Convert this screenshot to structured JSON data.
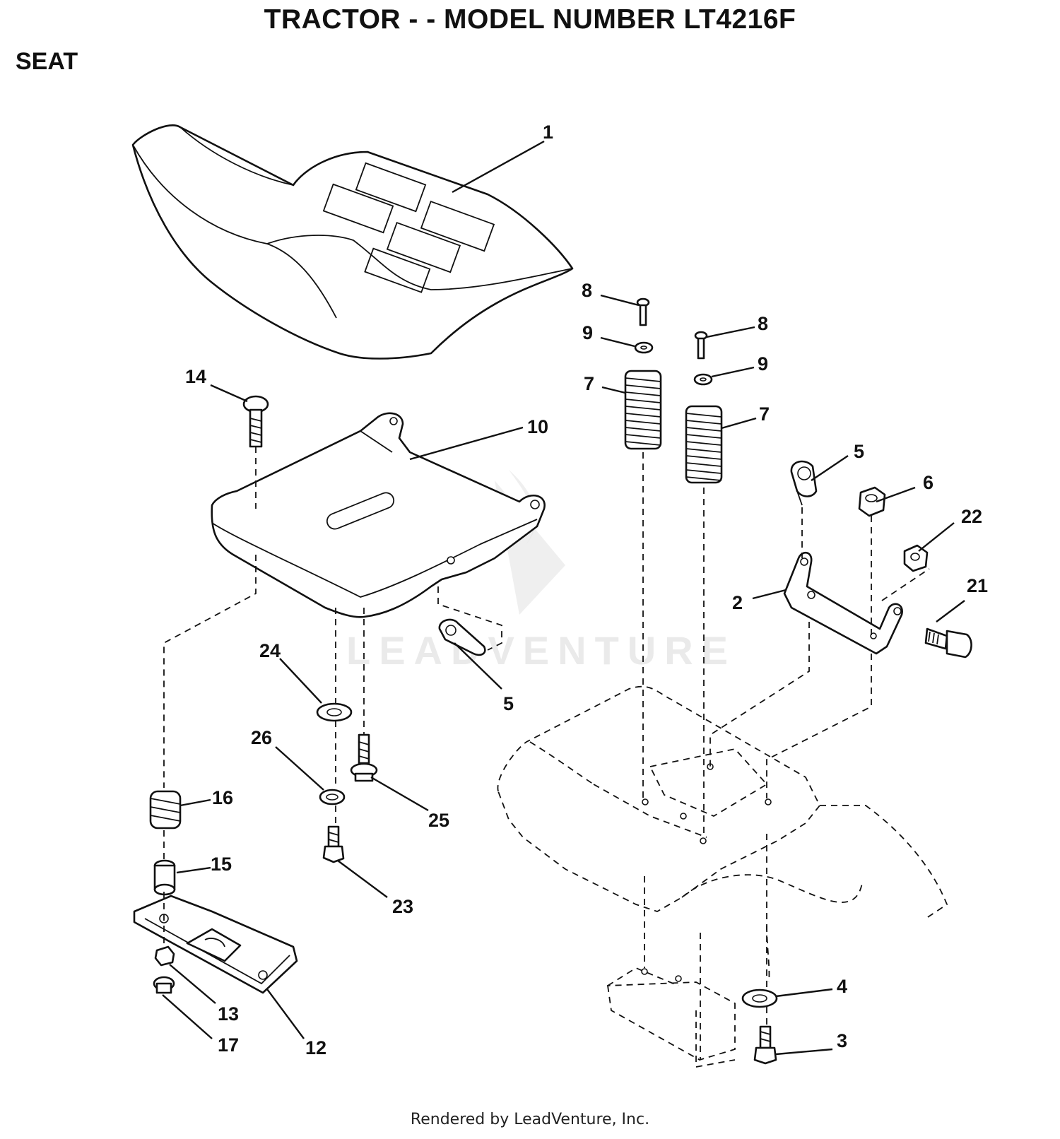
{
  "title": "TRACTOR - - MODEL NUMBER LT4216F",
  "section": "SEAT",
  "watermark": "LEADVENTURE",
  "footer": "Rendered by LeadVenture, Inc.",
  "callouts": {
    "c1": "1",
    "c2": "2",
    "c3": "3",
    "c4": "4",
    "c5a": "5",
    "c5b": "5",
    "c6": "6",
    "c7a": "7",
    "c7b": "7",
    "c8a": "8",
    "c8b": "8",
    "c9a": "9",
    "c9b": "9",
    "c10": "10",
    "c12": "12",
    "c13": "13",
    "c14": "14",
    "c15": "15",
    "c16": "16",
    "c17": "17",
    "c21": "21",
    "c22": "22",
    "c23": "23",
    "c24": "24",
    "c25": "25",
    "c26": "26"
  }
}
